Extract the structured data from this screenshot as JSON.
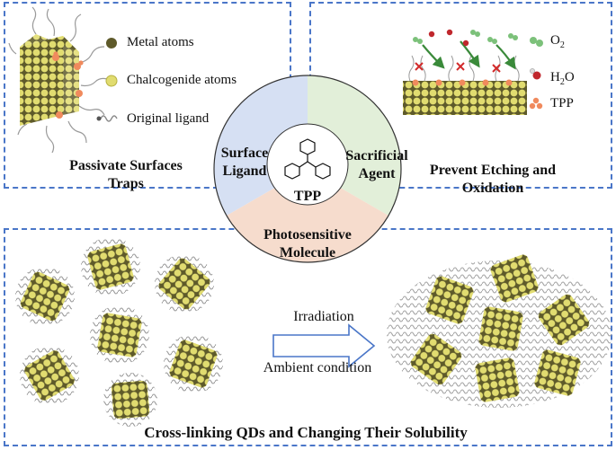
{
  "panels": {
    "top_left": {
      "legend_metal": "Metal atoms",
      "legend_chalcogenide": "Chalcogenide atoms",
      "legend_ligand": "Original ligand",
      "title_line1": "Passivate Surfaces",
      "title_line2": "Traps"
    },
    "top_right": {
      "legend_o2": "O",
      "legend_o2_sub": "2",
      "legend_h2o_pre": "H",
      "legend_h2o_sub": "2",
      "legend_h2o_post": "O",
      "legend_tpp": "TPP",
      "title_line1": "Prevent Etching and",
      "title_line2": "Oxidation"
    },
    "bottom": {
      "arrow_top_label": "Irradiation",
      "arrow_bottom_label": "Ambient condition",
      "title": "Cross-linking QDs and Changing Their Solubility"
    }
  },
  "wheel": {
    "center_label": "TPP",
    "left_line1": "Surface",
    "left_line2": "Ligand",
    "right_line1": "Sacrificial",
    "right_line2": "Agent",
    "bottom_line1": "Photosensitive",
    "bottom_line2": "Molecule"
  },
  "colors": {
    "panel_border": "#4a76c8",
    "segment_left": "#d6e0f3",
    "segment_right": "#e2efd9",
    "segment_bottom": "#f6dccd",
    "metal_atom": "#5e5a2a",
    "chalcogenide_atom": "#e1dc70",
    "tpp_marker": "#f08a5d",
    "o2": "#7cc17a",
    "h2o_red": "#c0272d",
    "cross": "#d22a2a"
  }
}
